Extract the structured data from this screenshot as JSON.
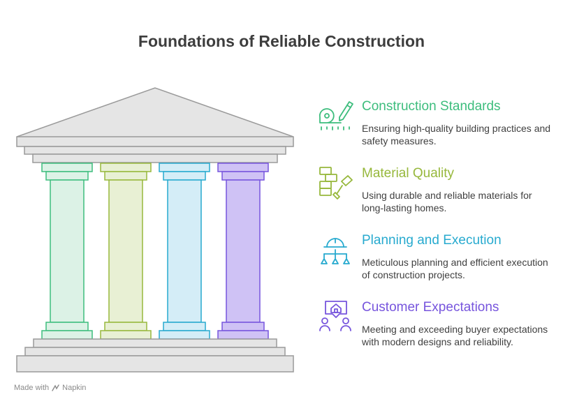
{
  "title": "Foundations of Reliable Construction",
  "pillars": [
    {
      "id": "construction-standards",
      "color": "#3dbd7d",
      "fill": "#dcf2e6"
    },
    {
      "id": "material-quality",
      "color": "#97b83c",
      "fill": "#e8f0d4"
    },
    {
      "id": "planning-and-execution",
      "color": "#27aacf",
      "fill": "#d4edf7"
    },
    {
      "id": "customer-expectations",
      "color": "#7755dd",
      "fill": "#cfc2f5"
    }
  ],
  "items": [
    {
      "heading": "Construction Standards",
      "description": "Ensuring high-quality building practices and safety measures.",
      "color": "#3dbd7d",
      "icon": "measuring-tape-pencil-icon"
    },
    {
      "heading": "Material Quality",
      "description": "Using durable and reliable materials for long-lasting homes.",
      "color": "#97b83c",
      "icon": "bricks-hammer-icon"
    },
    {
      "heading": "Planning and Execution",
      "description": "Meticulous planning and efficient execution of construction projects.",
      "color": "#27aacf",
      "icon": "hardhat-hierarchy-icon"
    },
    {
      "heading": "Customer Expectations",
      "description": "Meeting and exceeding buyer expectations with modern designs and reliability.",
      "color": "#7755dd",
      "icon": "customers-home-icon"
    }
  ],
  "footer": {
    "made_with": "Made with",
    "brand": "Napkin"
  }
}
